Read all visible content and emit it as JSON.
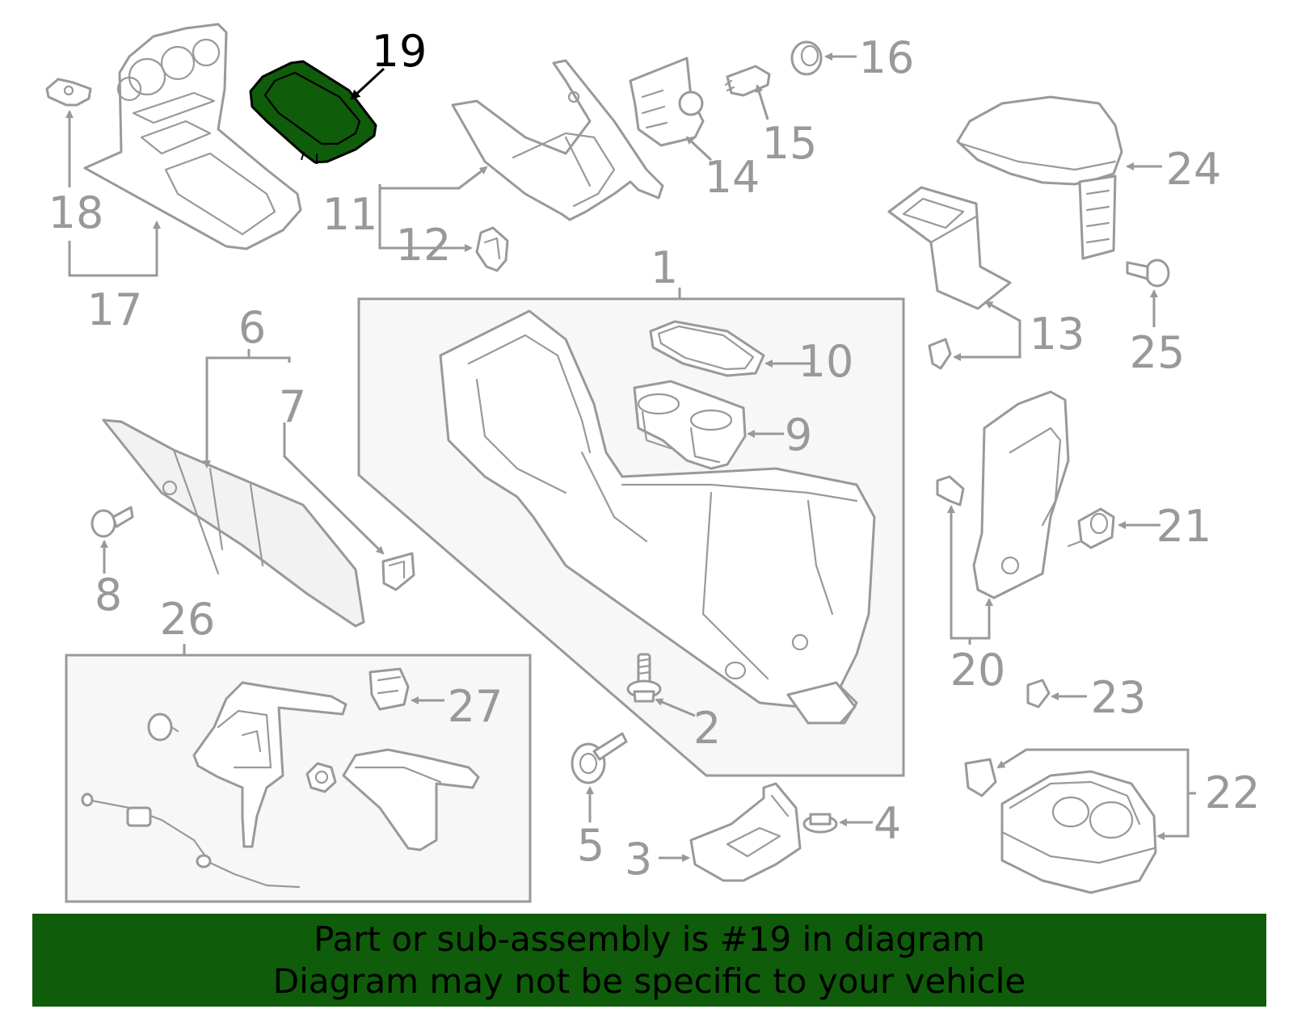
{
  "highlighted_part": "19",
  "colors": {
    "highlight": "#0f5c0a",
    "line": "#999999",
    "banner": "#0f5c0a",
    "banner_text": "#000000"
  },
  "callouts": {
    "n1": "1",
    "n2": "2",
    "n3": "3",
    "n4": "4",
    "n5": "5",
    "n6": "6",
    "n7": "7",
    "n8": "8",
    "n9": "9",
    "n10": "10",
    "n11": "11",
    "n12": "12",
    "n13": "13",
    "n14": "14",
    "n15": "15",
    "n16": "16",
    "n17": "17",
    "n18": "18",
    "n19": "19",
    "n20": "20",
    "n21": "21",
    "n22": "22",
    "n23": "23",
    "n24": "24",
    "n25": "25",
    "n26": "26",
    "n27": "27"
  },
  "banner": {
    "line1": "Part or sub-assembly is #19 in diagram",
    "line2": "Diagram may not be specific to your vehicle"
  }
}
